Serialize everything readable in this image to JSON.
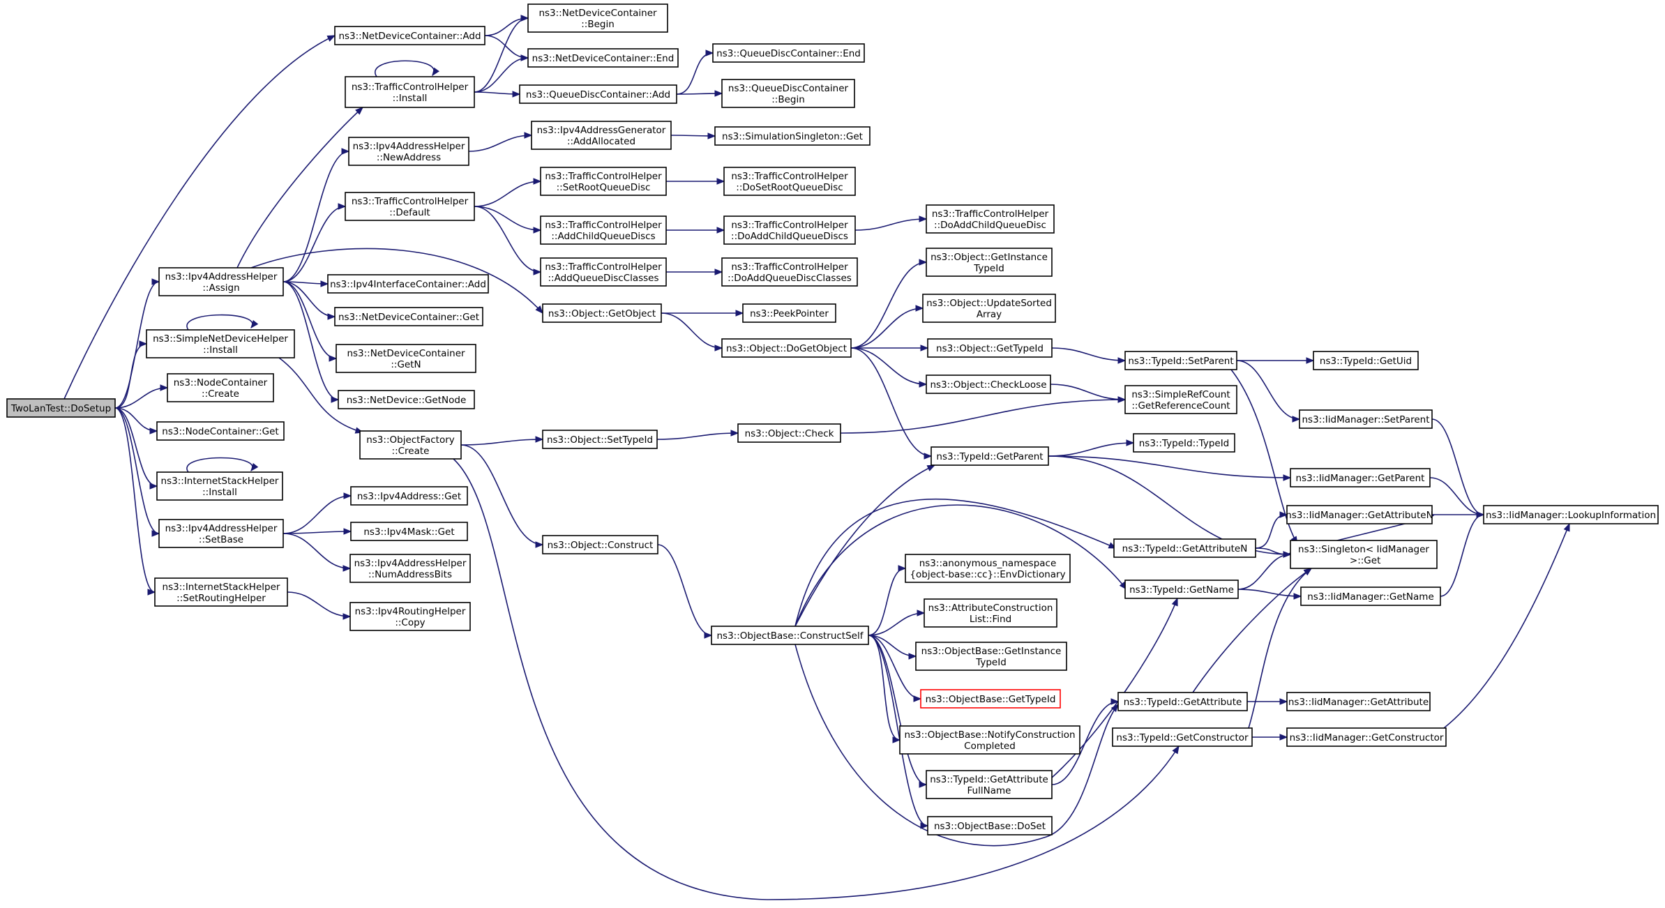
{
  "diagram": {
    "type": "call-graph",
    "colors": {
      "edge": "#191970",
      "root_fill": "#bfbfbf",
      "highlight_border": "#ff0000"
    },
    "nodes": [
      {
        "id": "root",
        "lines": [
          "TwoLanTest::DoSetup"
        ]
      },
      {
        "id": "ndc_add",
        "lines": [
          "ns3::NetDeviceContainer::Add"
        ]
      },
      {
        "id": "ndc_begin",
        "lines": [
          "ns3::NetDeviceContainer",
          "::Begin"
        ]
      },
      {
        "id": "ndc_end",
        "lines": [
          "ns3::NetDeviceContainer::End"
        ]
      },
      {
        "id": "tch_install",
        "lines": [
          "ns3::TrafficControlHelper",
          "::Install"
        ]
      },
      {
        "id": "qdc_end",
        "lines": [
          "ns3::QueueDiscContainer::End"
        ]
      },
      {
        "id": "qdc_add",
        "lines": [
          "ns3::QueueDiscContainer::Add"
        ]
      },
      {
        "id": "qdc_begin",
        "lines": [
          "ns3::QueueDiscContainer",
          "::Begin"
        ]
      },
      {
        "id": "ipah_newaddr",
        "lines": [
          "ns3::Ipv4AddressHelper",
          "::NewAddress"
        ]
      },
      {
        "id": "ipag_alloc",
        "lines": [
          "ns3::Ipv4AddressGenerator",
          "::AddAllocated"
        ]
      },
      {
        "id": "simsingle_get",
        "lines": [
          "ns3::SimulationSingleton::Get"
        ]
      },
      {
        "id": "tch_default",
        "lines": [
          "ns3::TrafficControlHelper",
          "::Default"
        ]
      },
      {
        "id": "tch_setroot",
        "lines": [
          "ns3::TrafficControlHelper",
          "::SetRootQueueDisc"
        ]
      },
      {
        "id": "tch_dosetroot",
        "lines": [
          "ns3::TrafficControlHelper",
          "::DoSetRootQueueDisc"
        ]
      },
      {
        "id": "tch_addchild",
        "lines": [
          "ns3::TrafficControlHelper",
          "::AddChildQueueDiscs"
        ]
      },
      {
        "id": "tch_doaddchild",
        "lines": [
          "ns3::TrafficControlHelper",
          "::DoAddChildQueueDiscs"
        ]
      },
      {
        "id": "tch_doaddchild2",
        "lines": [
          "ns3::TrafficControlHelper",
          "::DoAddChildQueueDisc"
        ]
      },
      {
        "id": "tch_addclasses",
        "lines": [
          "ns3::TrafficControlHelper",
          "::AddQueueDiscClasses"
        ]
      },
      {
        "id": "tch_doaddclasses",
        "lines": [
          "ns3::TrafficControlHelper",
          "::DoAddQueueDiscClasses"
        ]
      },
      {
        "id": "ipah_assign",
        "lines": [
          "ns3::Ipv4AddressHelper",
          "::Assign"
        ]
      },
      {
        "id": "ipic_add",
        "lines": [
          "ns3::Ipv4InterfaceContainer::Add"
        ]
      },
      {
        "id": "ndc_get",
        "lines": [
          "ns3::NetDeviceContainer::Get"
        ]
      },
      {
        "id": "ndc_getn",
        "lines": [
          "ns3::NetDeviceContainer",
          "::GetN"
        ]
      },
      {
        "id": "nd_getnode",
        "lines": [
          "ns3::NetDevice::GetNode"
        ]
      },
      {
        "id": "obj_getobject",
        "lines": [
          "ns3::Object::GetObject"
        ]
      },
      {
        "id": "peekpointer",
        "lines": [
          "ns3::PeekPointer"
        ]
      },
      {
        "id": "obj_getinstance",
        "lines": [
          "ns3::Object::GetInstance",
          "TypeId"
        ]
      },
      {
        "id": "obj_updatesorted",
        "lines": [
          "ns3::Object::UpdateSorted",
          "Array"
        ]
      },
      {
        "id": "obj_dogetobject",
        "lines": [
          "ns3::Object::DoGetObject"
        ]
      },
      {
        "id": "obj_gettypeid",
        "lines": [
          "ns3::Object::GetTypeId"
        ]
      },
      {
        "id": "obj_checkloose",
        "lines": [
          "ns3::Object::CheckLoose"
        ]
      },
      {
        "id": "typeid_setparent",
        "lines": [
          "ns3::TypeId::SetParent"
        ]
      },
      {
        "id": "typeid_getuid",
        "lines": [
          "ns3::TypeId::GetUid"
        ]
      },
      {
        "id": "srefc_getref",
        "lines": [
          "ns3::SimpleRefCount",
          "::GetReferenceCount"
        ]
      },
      {
        "id": "iid_setparent",
        "lines": [
          "ns3::IidManager::SetParent"
        ]
      },
      {
        "id": "sndh_install",
        "lines": [
          "ns3::SimpleNetDeviceHelper",
          "::Install"
        ]
      },
      {
        "id": "nc_create",
        "lines": [
          "ns3::NodeContainer",
          "::Create"
        ]
      },
      {
        "id": "nc_get",
        "lines": [
          "ns3::NodeContainer::Get"
        ]
      },
      {
        "id": "of_create",
        "lines": [
          "ns3::ObjectFactory",
          "::Create"
        ]
      },
      {
        "id": "obj_settypeid",
        "lines": [
          "ns3::Object::SetTypeId"
        ]
      },
      {
        "id": "obj_check",
        "lines": [
          "ns3::Object::Check"
        ]
      },
      {
        "id": "typeid_typeid",
        "lines": [
          "ns3::TypeId::TypeId"
        ]
      },
      {
        "id": "typeid_getparent",
        "lines": [
          "ns3::TypeId::GetParent"
        ]
      },
      {
        "id": "iid_getparent",
        "lines": [
          "ns3::IidManager::GetParent"
        ]
      },
      {
        "id": "ish_install",
        "lines": [
          "ns3::InternetStackHelper",
          "::Install"
        ]
      },
      {
        "id": "ipv4addr_get",
        "lines": [
          "ns3::Ipv4Address::Get"
        ]
      },
      {
        "id": "ipah_setbase",
        "lines": [
          "ns3::Ipv4AddressHelper",
          "::SetBase"
        ]
      },
      {
        "id": "ipv4mask_get",
        "lines": [
          "ns3::Ipv4Mask::Get"
        ]
      },
      {
        "id": "ipah_numbits",
        "lines": [
          "ns3::Ipv4AddressHelper",
          "::NumAddressBits"
        ]
      },
      {
        "id": "obj_construct",
        "lines": [
          "ns3::Object::Construct"
        ]
      },
      {
        "id": "iid_getattrn",
        "lines": [
          "ns3::IidManager::GetAttributeN"
        ]
      },
      {
        "id": "iid_lookup",
        "lines": [
          "ns3::IidManager::LookupInformation"
        ]
      },
      {
        "id": "typeid_getattrn",
        "lines": [
          "ns3::TypeId::GetAttributeN"
        ]
      },
      {
        "id": "singleton_get",
        "lines": [
          "ns3::Singleton< IidManager",
          " >::Get"
        ]
      },
      {
        "id": "anon_envdict",
        "lines": [
          "ns3::anonymous_namespace",
          "{object-base::cc}::EnvDictionary"
        ]
      },
      {
        "id": "typeid_getname",
        "lines": [
          "ns3::TypeId::GetName"
        ]
      },
      {
        "id": "iid_getname",
        "lines": [
          "ns3::IidManager::GetName"
        ]
      },
      {
        "id": "ish_setrouting",
        "lines": [
          "ns3::InternetStackHelper",
          "::SetRoutingHelper"
        ]
      },
      {
        "id": "iprh_copy",
        "lines": [
          "ns3::Ipv4RoutingHelper",
          "::Copy"
        ]
      },
      {
        "id": "acl_find",
        "lines": [
          "ns3::AttributeConstruction",
          "List::Find"
        ]
      },
      {
        "id": "ob_constructself",
        "lines": [
          "ns3::ObjectBase::ConstructSelf"
        ]
      },
      {
        "id": "ob_getinstance",
        "lines": [
          "ns3::ObjectBase::GetInstance",
          "TypeId"
        ]
      },
      {
        "id": "ob_gettypeid",
        "lines": [
          "ns3::ObjectBase::GetTypeId"
        ]
      },
      {
        "id": "typeid_getattr",
        "lines": [
          "ns3::TypeId::GetAttribute"
        ]
      },
      {
        "id": "iid_getattr",
        "lines": [
          "ns3::IidManager::GetAttribute"
        ]
      },
      {
        "id": "ob_notify",
        "lines": [
          "ns3::ObjectBase::NotifyConstruction",
          "Completed"
        ]
      },
      {
        "id": "typeid_getctor",
        "lines": [
          "ns3::TypeId::GetConstructor"
        ]
      },
      {
        "id": "iid_getctor",
        "lines": [
          "ns3::IidManager::GetConstructor"
        ]
      },
      {
        "id": "typeid_getattrfull",
        "lines": [
          "ns3::TypeId::GetAttribute",
          "FullName"
        ]
      },
      {
        "id": "ob_doset",
        "lines": [
          "ns3::ObjectBase::DoSet"
        ]
      }
    ]
  }
}
